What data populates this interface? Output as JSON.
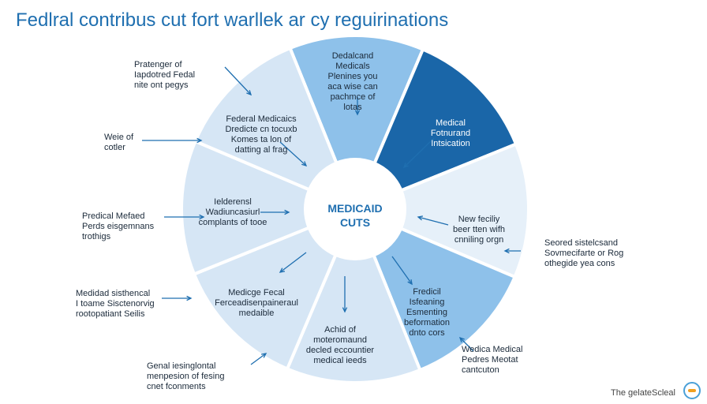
{
  "title": "Fedlral contribus cut fort warllek ar cy reguirinations",
  "center": "MEDICAID\nCUTS",
  "colors": {
    "light": "#d6e6f5",
    "mid": "#8ec1ea",
    "dark": "#1a66a8",
    "pale": "#e6f0f9",
    "white": "#ffffff"
  },
  "segments": [
    {
      "text": "Dedalcand\nMedicals\nPlenines you\naca wise can\npachmce of\nlotas",
      "tone": "mid"
    },
    {
      "text": "Medical\nFotnurand\nIntsication",
      "tone": "dark"
    },
    {
      "text": "New feciliy\nbeer tten wifh\ncnniling orgn",
      "tone": "pale"
    },
    {
      "text": "Fredicil\nIsfeaning\nEsmenting\nbeformation\ndnto cors",
      "tone": "mid"
    },
    {
      "text": "Achid of\nmoteromaund\ndecled eccountier\nmedical ieeds",
      "tone": "light"
    },
    {
      "text": "Medicge Fecal\nFerceadisenpaineraul\nmedaible",
      "tone": "light"
    },
    {
      "text": "Ielderensl\nWadiuncasiurl\ncomplants of tooe",
      "tone": "light"
    },
    {
      "text": "Federal Medicaics\nDredicte cn tocuxb\nKomes ta lon of\ndatting al frag",
      "tone": "light"
    }
  ],
  "side_labels": [
    "Pratenger of\nIapdotred Fedal\nnite ont pegys",
    "Weie of\ncotler",
    "Predical Mefaed\nPerds eisgemnans\ntrothigs",
    "Medidad sisthencal\nI toame Sisctenorvig\nrootopatiant Seilis",
    "Genal iesinglontal\nmenpesion of fesing\ncnet fconments",
    "Wedica Medical\nPedres Meotat\ncantcuton",
    "Seored sistelcsand\nSovmecifarte or Rog\nothegide yea cons"
  ],
  "footer": "The gelateScleal"
}
